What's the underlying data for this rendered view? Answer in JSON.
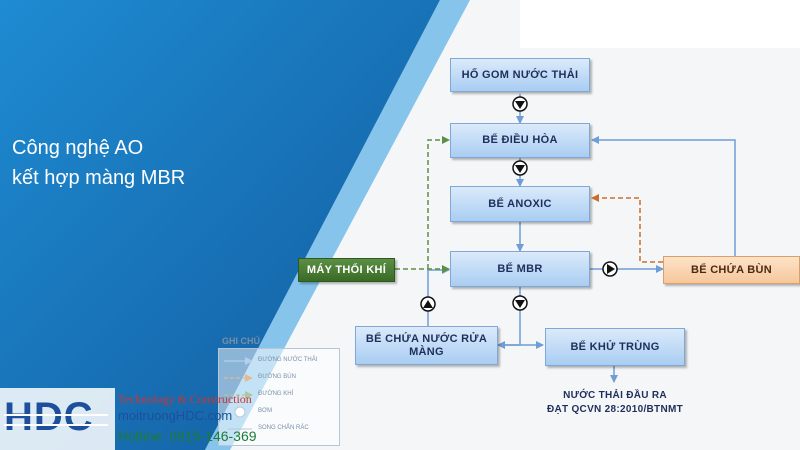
{
  "headline": {
    "line1": "Công nghệ AO",
    "line2": "kết hợp màng MBR"
  },
  "colors": {
    "banner_blue": "#1a6db3",
    "water_line": "#6f9ed6",
    "sludge_line": "#c8702c",
    "air_line": "#5b8f44",
    "box_blue": "#a9cdf2",
    "box_green": "#3a6b26",
    "box_peach": "#f6c79c"
  },
  "diagram": {
    "nodes": {
      "ho_gom": "HỐ GOM NƯỚC THẢI",
      "be_dieu_hoa": "BỂ ĐIỀU HÒA",
      "be_anoxic": "BỂ ANOXIC",
      "be_mbr": "BỂ MBR",
      "may_thoi_khi": "MÁY THỔI KHÍ",
      "be_chua_bun": "BỂ CHỨA BÙN",
      "be_chua_nuoc_rua": "BỂ CHỨA NƯỚC RỬA MÀNG",
      "be_khu_trung": "BỂ KHỬ TRÙNG"
    },
    "outlet_line1": "NƯỚC THẢI ĐẦU RA",
    "outlet_line2": "ĐẠT QCVN 28:2010/BTNMT"
  },
  "legend": {
    "title": "GHI CHÚ",
    "items": [
      "ĐƯỜNG NƯỚC THẢI",
      "ĐƯỜNG BÙN",
      "ĐƯỜNG KHÍ",
      "BƠM",
      "SONG CHẮN RÁC"
    ]
  },
  "branding": {
    "logo_text": "HDC",
    "tagline": "Technology & Construction",
    "website": "moitruongHDC.com",
    "hotline": "Hotline: 0915-146-369"
  }
}
